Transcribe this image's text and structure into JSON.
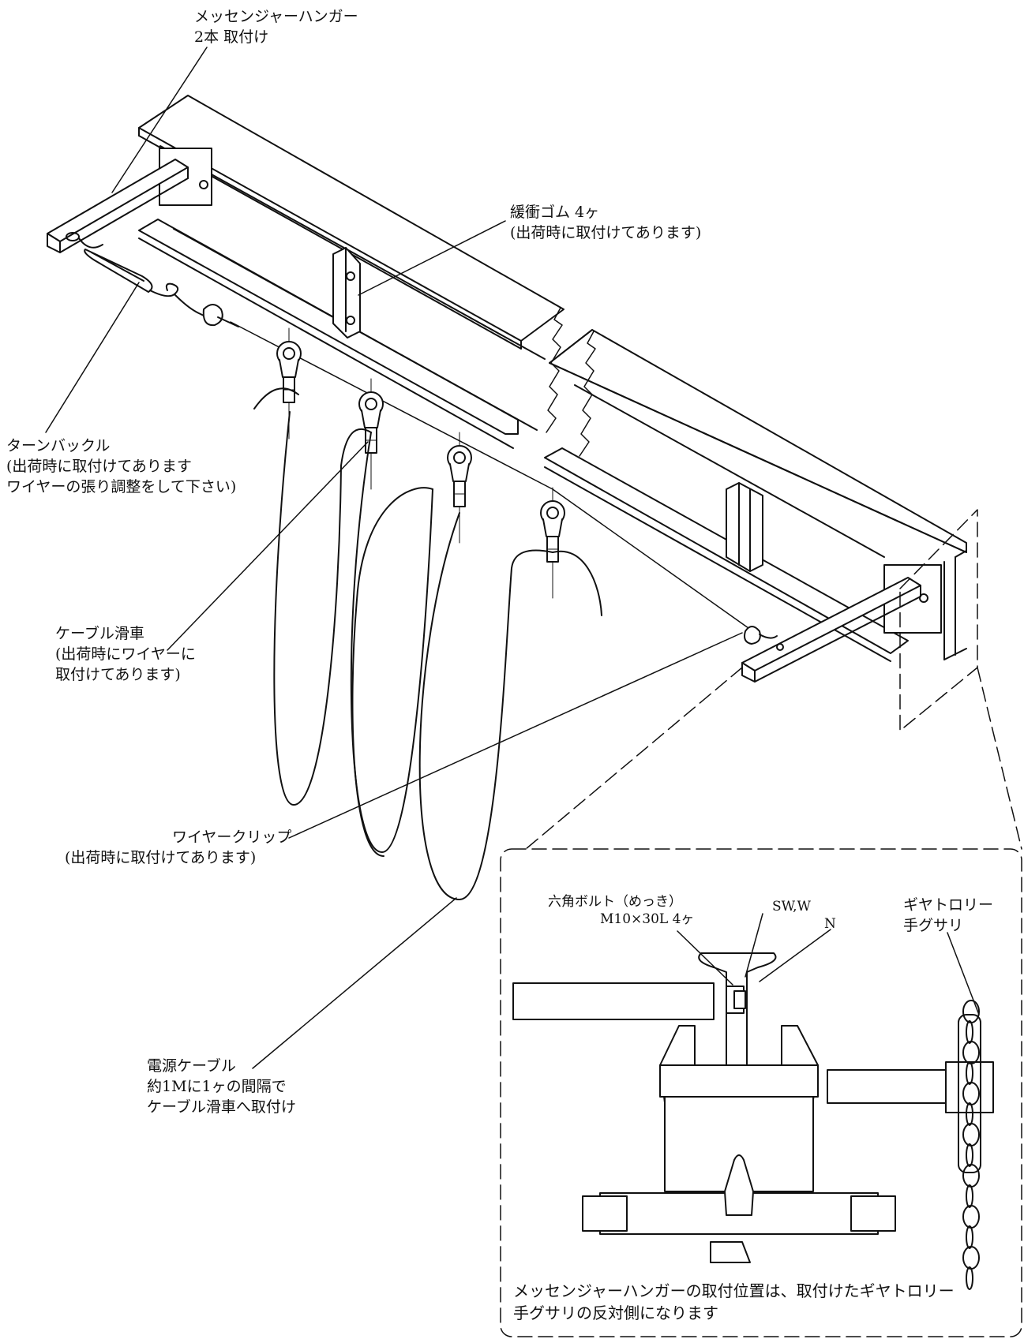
{
  "labels": {
    "messenger_hanger": [
      "メッセンジャーハンガー",
      "2本 取付け"
    ],
    "buffer_rubber": [
      "緩衝ゴム 4ヶ",
      "(出荷時に取付けてあります)"
    ],
    "turnbuckle": [
      "ターンバックル",
      "(出荷時に取付けてあります",
      "ワイヤーの張り調整をして下さい)"
    ],
    "cable_pulley": [
      "ケーブル滑車",
      "(出荷時にワイヤーに",
      "取付けてあります)"
    ],
    "wire_clip": [
      "ワイヤークリップ",
      "(出荷時に取付けてあります)"
    ],
    "power_cable": [
      "電源ケーブル",
      "約1Mに1ヶの間隔で",
      "ケーブル滑車へ取付け"
    ]
  },
  "detail": {
    "hex_bolt": [
      "六角ボルト（めっき）",
      "M10×30L 4ヶ"
    ],
    "sw_w": "SW,W",
    "nut": "N",
    "gear_trolley": [
      "ギヤトロリー",
      "手グサリ"
    ],
    "note": [
      "メッセンジャーハンガーの取付位置は、取付けたギヤトロリー",
      "手グサリの反対側になります"
    ]
  }
}
